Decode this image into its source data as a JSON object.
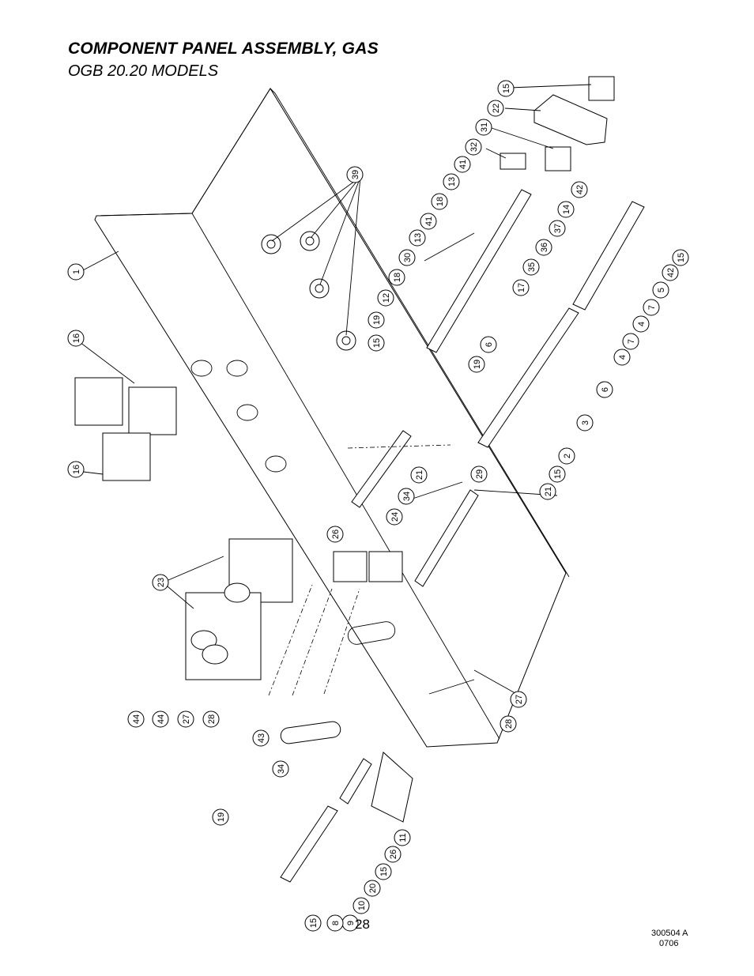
{
  "header": {
    "title": "COMPONENT PANEL ASSEMBLY, GAS",
    "subtitle": "OGB 20.20 MODELS"
  },
  "footer": {
    "page_number": "28",
    "doc_code_line1": "300504 A",
    "doc_code_line2": "0706"
  },
  "callouts": [
    "15",
    "22",
    "31",
    "32",
    "41",
    "13",
    "18",
    "14",
    "42",
    "37",
    "41",
    "13",
    "36",
    "15",
    "35",
    "42",
    "5",
    "17",
    "30",
    "7",
    "18",
    "12",
    "4",
    "19",
    "15",
    "7",
    "6",
    "4",
    "19",
    "6",
    "16",
    "3",
    "29",
    "2",
    "15",
    "21",
    "21",
    "34",
    "24",
    "26",
    "23",
    "44",
    "44",
    "27",
    "28",
    "27",
    "28",
    "43",
    "34",
    "19",
    "11",
    "26",
    "15",
    "20",
    "10",
    "9",
    "8",
    "15",
    "1",
    "39",
    "16"
  ]
}
